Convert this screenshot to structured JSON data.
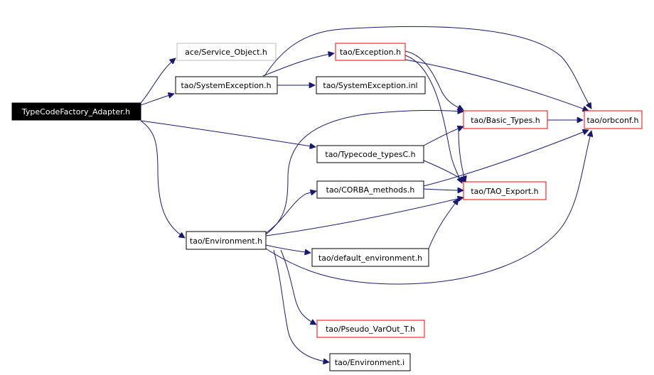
{
  "diagram": {
    "nodes": {
      "root": {
        "label": "TypeCodeFactory_Adapter.h",
        "style": "focus"
      },
      "service_object": {
        "label": "ace/Service_Object.h",
        "style": "grey"
      },
      "system_exception_h": {
        "label": "tao/SystemException.h",
        "style": "black"
      },
      "exception_h": {
        "label": "tao/Exception.h",
        "style": "red"
      },
      "system_exception_inl": {
        "label": "tao/SystemException.inl",
        "style": "black"
      },
      "basic_types": {
        "label": "tao/Basic_Types.h",
        "style": "red"
      },
      "orbconf": {
        "label": "tao/orbconf.h",
        "style": "red"
      },
      "typecode_typesc": {
        "label": "tao/Typecode_typesC.h",
        "style": "black"
      },
      "corba_methods": {
        "label": "tao/CORBA_methods.h",
        "style": "black"
      },
      "tao_export": {
        "label": "tao/TAO_Export.h",
        "style": "red"
      },
      "environment_h": {
        "label": "tao/Environment.h",
        "style": "black"
      },
      "default_environment": {
        "label": "tao/default_environment.h",
        "style": "black"
      },
      "pseudo_varout": {
        "label": "tao/Pseudo_VarOut_T.h",
        "style": "red"
      },
      "environment_i": {
        "label": "tao/Environment.i",
        "style": "black"
      }
    },
    "colors": {
      "edge": "#191970",
      "focus_fill": "#000000",
      "focus_text": "#ffffff",
      "red_border": "#ff0000",
      "grey_border": "#bfbfbf",
      "black_border": "#000000"
    }
  }
}
